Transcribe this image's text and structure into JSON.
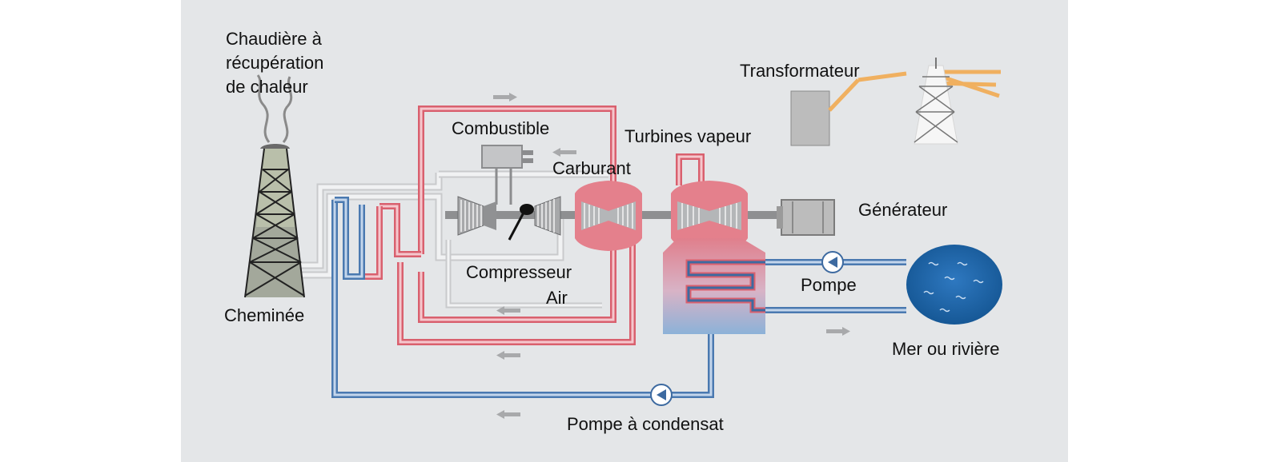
{
  "labels": {
    "chaudiere": [
      "Chaudière à",
      "récupération",
      "de chaleur"
    ],
    "cheminee": "Cheminée",
    "combustible": "Combustible",
    "carburant": "Carburant",
    "compresseur": "Compresseur",
    "air": "Air",
    "turbines_vapeur": "Turbines vapeur",
    "transformateur": "Transformateur",
    "generateur": "Générateur",
    "pompe": "Pompe",
    "mer_ou_riviere": "Mer ou rivière",
    "pompe_condensat": "Pompe à condensat"
  },
  "colors": {
    "panel": "#e4e6e8",
    "hot_pipe": "#d9606e",
    "cold_pipe": "#4a79b0",
    "gas_duct": "#f0f1f2",
    "steam_turbine": "#e4808c",
    "gray_box": "#bcbcbc",
    "water": "#1f63a8",
    "power_line": "#f0b060"
  },
  "icons": [
    "chimney-tower-icon",
    "smoke-icon",
    "transmission-tower-icon",
    "pump-icon",
    "flow-arrow-icon"
  ]
}
